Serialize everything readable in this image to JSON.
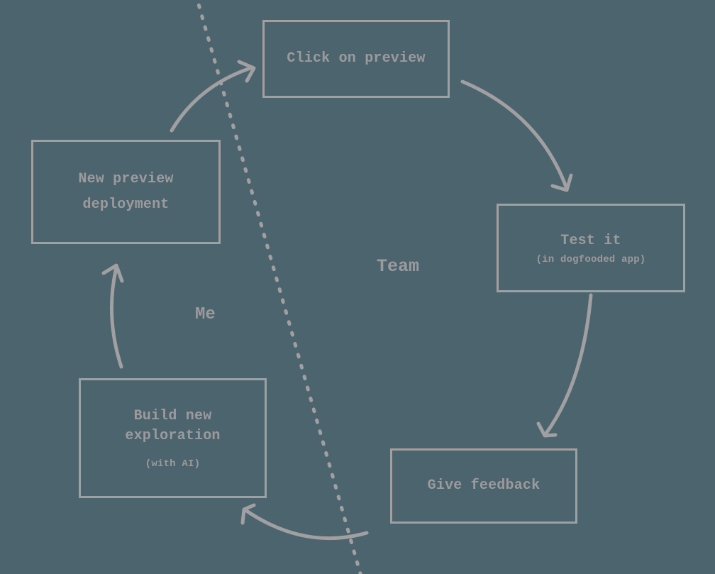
{
  "colors": {
    "background": "#4c646e",
    "stroke": "#a0a0a2",
    "text": "#9b9b9d"
  },
  "diagram": {
    "nodes": {
      "click_preview": {
        "label": "Click on preview"
      },
      "test_it": {
        "label": "Test it",
        "sublabel": "(in dogfooded app)"
      },
      "give_feedback": {
        "label": "Give feedback"
      },
      "build_exploration": {
        "label": "Build new exploration",
        "sublabel": "(with AI)"
      },
      "new_preview_deployment": {
        "label": "New preview deployment"
      }
    },
    "region_labels": {
      "team": "Team",
      "me": "Me"
    }
  }
}
